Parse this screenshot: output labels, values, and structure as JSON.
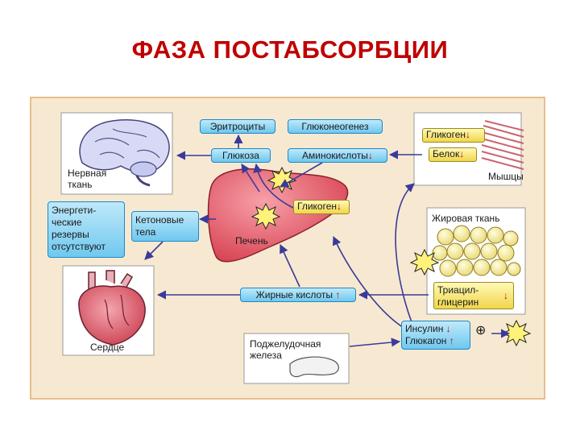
{
  "title": "ФАЗА ПОСТАБСОРБЦИИ",
  "labels": {
    "erythrocytes": "Эритроциты",
    "gluconeogenesis": "Глюконеогенез",
    "glucose": "Глюкоза",
    "amino_acids": "Аминокислоты",
    "amino_acids_arrow": "↓",
    "glycogen_liver": "Гликоген",
    "glycogen_liver_arrow": "↓",
    "liver": "Печень",
    "nervous_tissue": "Нервная\nткань",
    "energy_reserves": "Энергети-\nческие\nрезервы\nотсутствуют",
    "ketone_bodies": "Кетоновые\nтела",
    "muscle_glycogen": "Гликоген",
    "muscle_glycogen_arrow": "↓",
    "muscle_protein": "Белок",
    "muscle_protein_arrow": "↓",
    "muscles": "Мышцы",
    "adipose_tissue": "Жировая ткань",
    "triacylglycerin": "Триацил-\nглицерин",
    "triacylglycerin_arrow": "↓",
    "fatty_acids": "Жирные кислоты",
    "fatty_acids_arrow": "↑",
    "heart": "Сердце",
    "pancreas": "Поджелудочная\nжелеза",
    "insulin": "Инсулин",
    "insulin_arrow": "↓",
    "glucagon": "Глюкагон",
    "glucagon_arrow": "↑",
    "plus_sign": "⊕"
  },
  "colors": {
    "title": "#c00000",
    "frame_bg": "#f7e9d1",
    "arrow": "#3a3a9a",
    "label_blue": "#6fc8ef",
    "label_yellow": "#f0d64a",
    "liver": "#e85a66",
    "brain": "#d8daf5",
    "heart": "#e06a78",
    "fat_cells": "#f5eba0"
  }
}
